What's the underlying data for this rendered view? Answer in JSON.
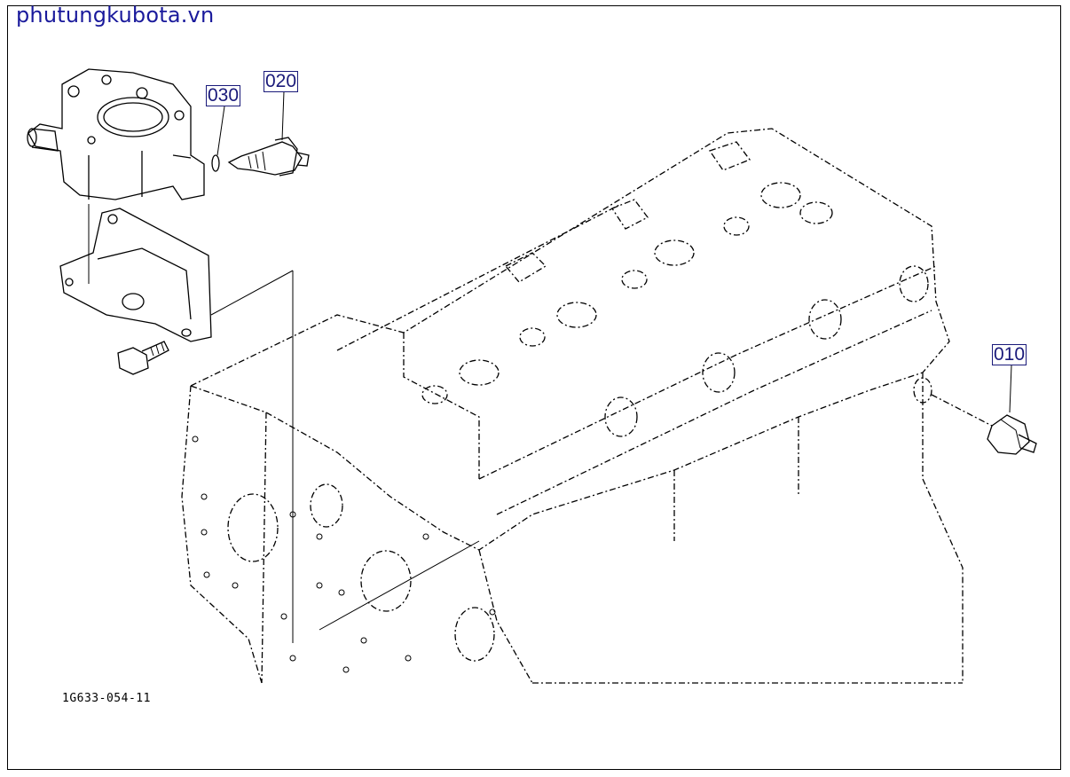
{
  "watermark": "phutungkubota.vn",
  "drawing_number": "1G633-054-11",
  "callouts": [
    {
      "id": "010",
      "label": "010"
    },
    {
      "id": "020",
      "label": "020"
    },
    {
      "id": "030",
      "label": "030"
    }
  ],
  "colors": {
    "ink": "#000000",
    "watermark": "#1a1a9c",
    "callout": "#1a1a7a",
    "background": "#ffffff"
  }
}
